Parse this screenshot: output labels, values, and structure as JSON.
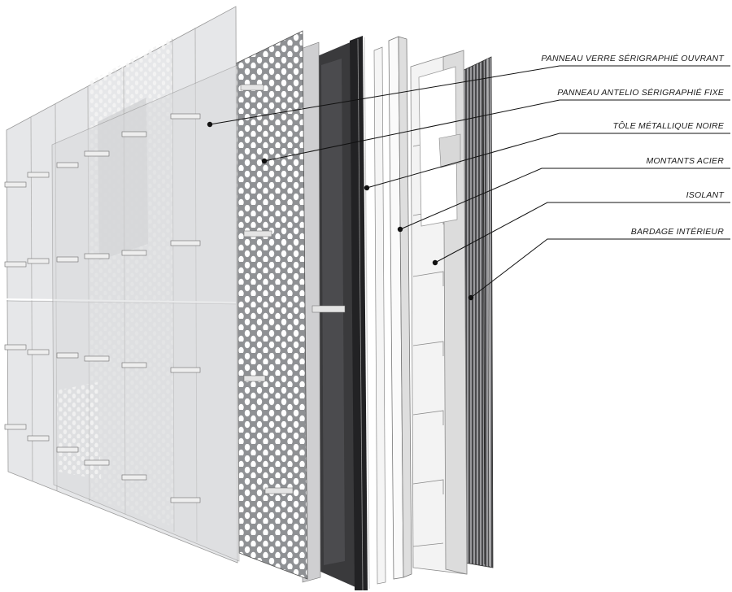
{
  "labels": [
    {
      "id": "glass-panel",
      "text": "PANNEAU VERRE SÉRIGRAPHIÉ OUVRANT"
    },
    {
      "id": "antelio-panel",
      "text": "PANNEAU ANTELIO SÉRIGRAPHIÉ FIXE"
    },
    {
      "id": "black-sheet",
      "text": "TÔLE MÉTALLIQUE NOIRE"
    },
    {
      "id": "steel-mullions",
      "text": "MONTANTS ACIER"
    },
    {
      "id": "insulation",
      "text": "ISOLANT"
    },
    {
      "id": "interior-cladding",
      "text": "BARDAGE INTÉRIEUR"
    }
  ],
  "colors": {
    "glass": "#e2e4e6",
    "perforated": "#9a9c9f",
    "black_sheet": "#3c3c3e",
    "mullion": "#f2f2f2",
    "insulation": "#f7f7f7",
    "cladding": "#6f6f72",
    "leader": "#111111"
  }
}
